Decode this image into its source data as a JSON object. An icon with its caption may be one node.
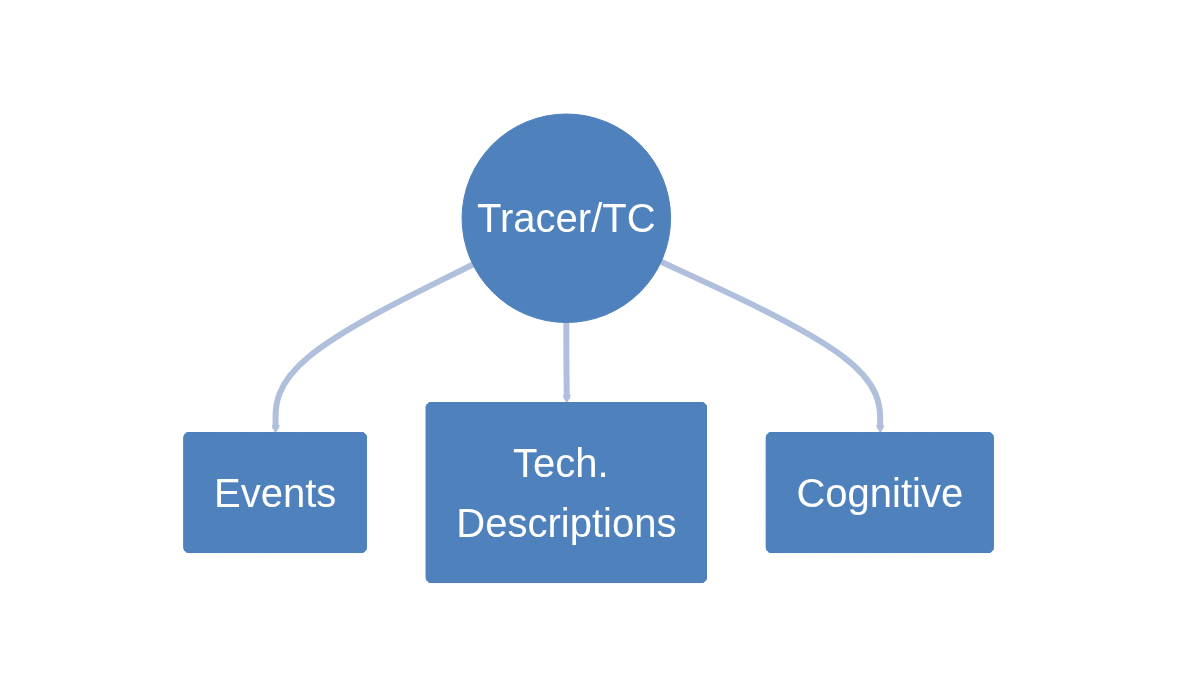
{
  "diagram": {
    "nodes": [
      {
        "text": [
          "Tracer/TC"
        ]
      },
      {
        "text": [
          "Events"
        ]
      },
      {
        "text": [
          "Cognitive"
        ]
      },
      {
        "text": [
          "Tech. Descriptions"
        ]
      }
    ],
    "edges": [
      {
        "from": 0,
        "to": 1,
        "arrow": "to"
      },
      {
        "from": 0,
        "to": 3,
        "arrow": "to"
      },
      {
        "from": 0,
        "to": 2,
        "arrow": "to"
      }
    ]
  }
}
